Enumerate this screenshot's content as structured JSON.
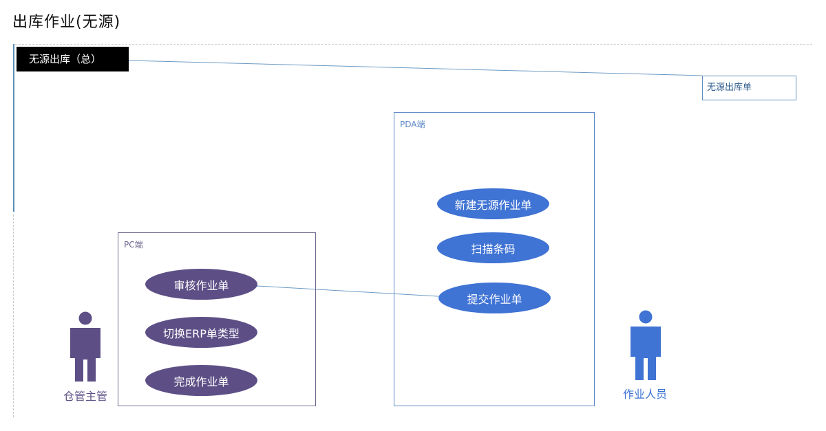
{
  "page_title": "出库作业(无源)",
  "frame_tag": "无源出库（总）",
  "note": "无源出库单",
  "systems": {
    "pda": {
      "label": "PDA端"
    },
    "pc": {
      "label": "PC端"
    }
  },
  "use_cases": {
    "pda": [
      "新建无源作业单",
      "扫描条码",
      "提交作业单"
    ],
    "pc": [
      "审核作业单",
      "切换ERP单类型",
      "完成作业单"
    ]
  },
  "actors": {
    "manager": {
      "label": "仓管主管",
      "color": "#5d4f86"
    },
    "worker": {
      "label": "作业人员",
      "color": "#3f73d4"
    }
  },
  "colors": {
    "pda_accent": "#3f73d4",
    "pc_accent": "#5d4f86",
    "frame_tag_bg": "#000000",
    "connector": "#6b9ac4"
  }
}
